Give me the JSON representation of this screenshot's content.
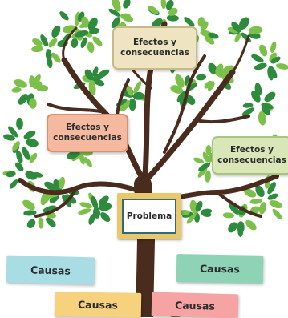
{
  "diagram": {
    "center": {
      "label": "Problema"
    },
    "effects": [
      {
        "id": "effect-top",
        "label": "Efectos y consecuencias"
      },
      {
        "id": "effect-left",
        "label": "Efectos y consecuencias"
      },
      {
        "id": "effect-right",
        "label": "Efectos y consecuencias"
      }
    ],
    "causes": [
      {
        "id": "cause-1",
        "label": "Causas"
      },
      {
        "id": "cause-2",
        "label": "Causas"
      },
      {
        "id": "cause-3",
        "label": "Causas"
      },
      {
        "id": "cause-4",
        "label": "Causas"
      }
    ]
  },
  "colors": {
    "trunk": "#4a2c1e",
    "leaf_dark": "#2e8b3e",
    "leaf_light": "#7cc04a",
    "frame": "#e9c86c",
    "frame_border": "#2e6d77"
  }
}
